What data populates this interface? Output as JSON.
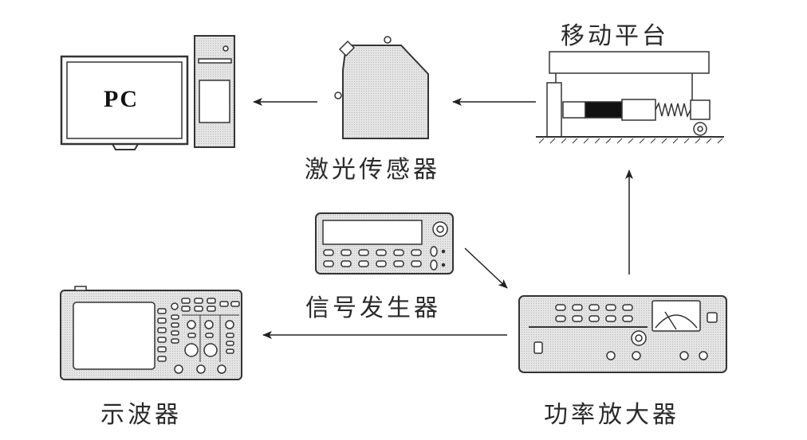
{
  "nodes": {
    "pc": {
      "label": "PC"
    },
    "laser_sensor": {
      "label": "激光传感器"
    },
    "moving_platform": {
      "label": "移动平台"
    },
    "signal_generator": {
      "label": "信号发生器"
    },
    "oscilloscope": {
      "label": "示波器"
    },
    "power_amplifier": {
      "label": "功率放大器"
    }
  },
  "edges": [
    {
      "from": "moving_platform",
      "to": "laser_sensor"
    },
    {
      "from": "laser_sensor",
      "to": "pc"
    },
    {
      "from": "signal_generator",
      "to": "power_amplifier"
    },
    {
      "from": "power_amplifier",
      "to": "moving_platform"
    },
    {
      "from": "power_amplifier",
      "to": "oscilloscope"
    }
  ],
  "colors": {
    "stroke": "#333333",
    "fill": "#dcdcdc",
    "arrow": "#222222"
  }
}
